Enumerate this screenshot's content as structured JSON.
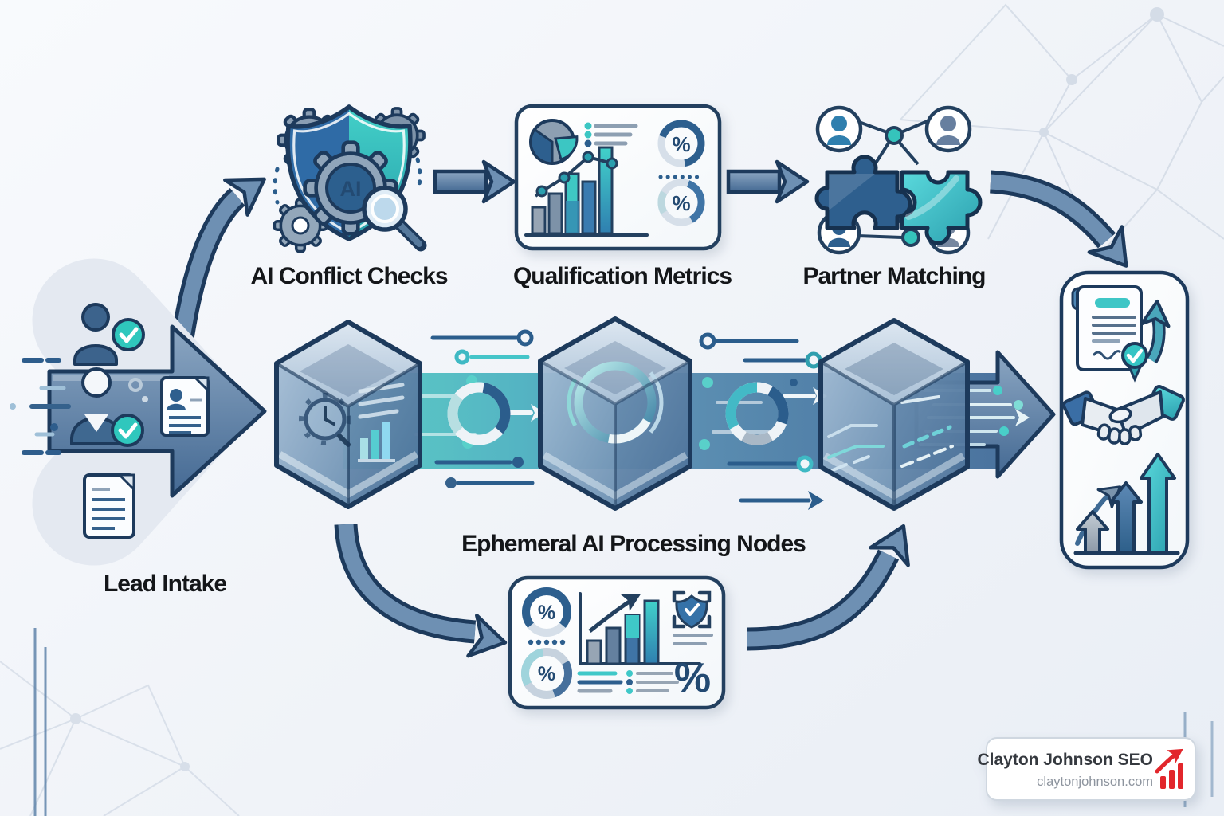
{
  "flow": {
    "lead_intake_label": "Lead Intake",
    "conflict_checks_label": "AI Conflict Checks",
    "qualification_metrics_label": "Qualification Metrics",
    "partner_matching_label": "Partner Matching",
    "processing_nodes_label": "Ephemeral AI Processing Nodes"
  },
  "glyphs": {
    "ai_badge": "AI",
    "percent": "%"
  },
  "branding": {
    "name": "Clayton Johnson SEO",
    "website": "claytonjohnson.com"
  },
  "palette": {
    "outline_navy": "#1d3a5c",
    "steel_blue": "#6e90b3",
    "teal_accent": "#35c4bc",
    "light_background": "#f2f5f9",
    "brand_red": "#e2262b"
  },
  "icons": [
    "lead-arrow-icon",
    "user-check-icon",
    "resume-document-icon",
    "document-icon",
    "speed-lines-icon",
    "shield-ai-icon",
    "gear-icon",
    "magnifier-icon",
    "metrics-pie-icon",
    "metrics-bars-icon",
    "percent-donut-icon",
    "puzzle-pieces-icon",
    "avatar-network-icon",
    "cube-node-icon",
    "progress-ring-icon",
    "data-stream-icon",
    "contract-check-icon",
    "up-arrow-icon",
    "handshake-icon",
    "growth-arrows-icon",
    "scan-shield-icon",
    "brand-growth-chart-icon"
  ]
}
